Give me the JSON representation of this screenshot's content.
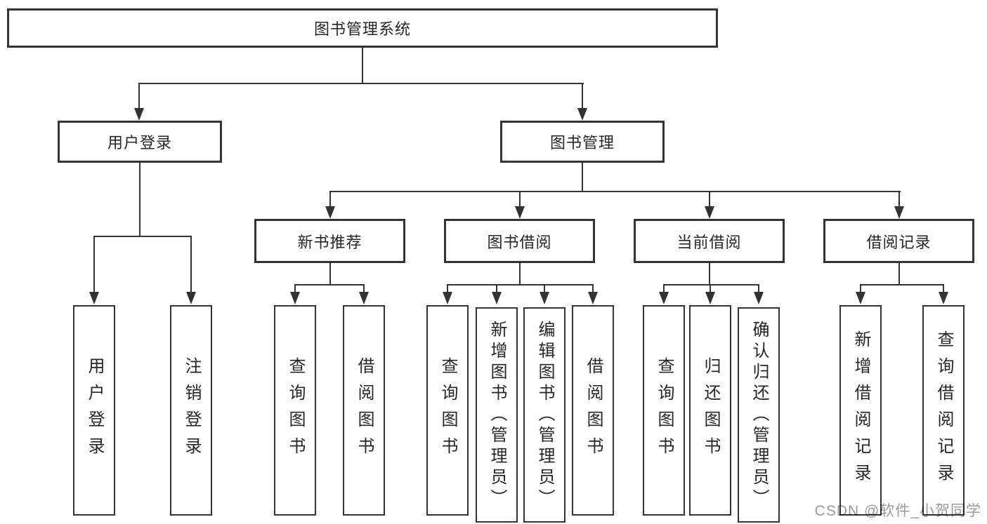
{
  "diagram": {
    "root_label": "图书管理系统",
    "level2": {
      "user_login": "用户登录",
      "book_management": "图书管理"
    },
    "level3": {
      "new_book_recommend": "新书推荐",
      "book_borrow": "图书借阅",
      "current_borrow": "当前借阅",
      "borrow_records": "借阅记录"
    },
    "leaves": {
      "user_login": [
        "用户登录",
        "注销登录"
      ],
      "new_book_recommend": [
        "查询图书",
        "借阅图书"
      ],
      "book_borrow": [
        "查询图书",
        "新增图书（管理员）",
        "编辑图书（管理员）",
        "借阅图书"
      ],
      "current_borrow": [
        "查询图书",
        "归还图书",
        "确认归还（管理员）"
      ],
      "borrow_records": [
        "新增借阅记录",
        "查询借阅记录"
      ]
    }
  },
  "watermark": {
    "text": "CSDN @软件_小贺同学"
  },
  "colors": {
    "line": "#333333",
    "text": "#262626",
    "background": "#ffffff",
    "watermark": "#9b9b9b"
  }
}
